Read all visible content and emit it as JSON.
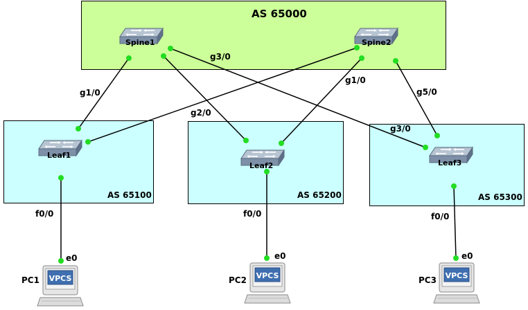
{
  "diagram": {
    "as_groups": {
      "spine": {
        "label": "AS 65000",
        "fill": "#ccff99"
      },
      "leaf1": {
        "label": "AS 65100",
        "fill": "#ccffff"
      },
      "leaf2": {
        "label": "AS 65200",
        "fill": "#ccffff"
      },
      "leaf3": {
        "label": "AS 65300",
        "fill": "#ccffff"
      }
    },
    "devices": {
      "spine1": {
        "label": "Spine1",
        "icon": "switch-icon"
      },
      "spine2": {
        "label": "Spine2",
        "icon": "switch-icon"
      },
      "leaf1": {
        "label": "Leaf1",
        "icon": "switch-icon"
      },
      "leaf2": {
        "label": "Leaf2",
        "icon": "switch-icon"
      },
      "leaf3": {
        "label": "Leaf3",
        "icon": "switch-icon"
      },
      "pc1": {
        "label": "PC1",
        "screen_text": "VPCS",
        "icon": "vpcs-icon"
      },
      "pc2": {
        "label": "PC2",
        "screen_text": "VPCS",
        "icon": "vpcs-icon"
      },
      "pc3": {
        "label": "PC3",
        "screen_text": "VPCS",
        "icon": "vpcs-icon"
      }
    },
    "interface_labels": {
      "spine1_leaf1": "g1/0",
      "spine1_leaf3": "g3/0",
      "spine1_leaf2": "g2/0",
      "spine2_leaf2": "g1/0",
      "spine2_leaf3": "g5/0",
      "leaf3_spine1": "g3/0",
      "leaf1_pc1": "f0/0",
      "leaf2_pc2": "f0/0",
      "leaf3_pc3": "f0/0",
      "pc1_e0": "e0",
      "pc2_e0": "e0",
      "pc3_e0": "e0"
    },
    "colors": {
      "link": "#000000",
      "port_dot": "#22dd22",
      "switch_top": "#a9b8c8",
      "switch_front": "#6f8299"
    }
  }
}
